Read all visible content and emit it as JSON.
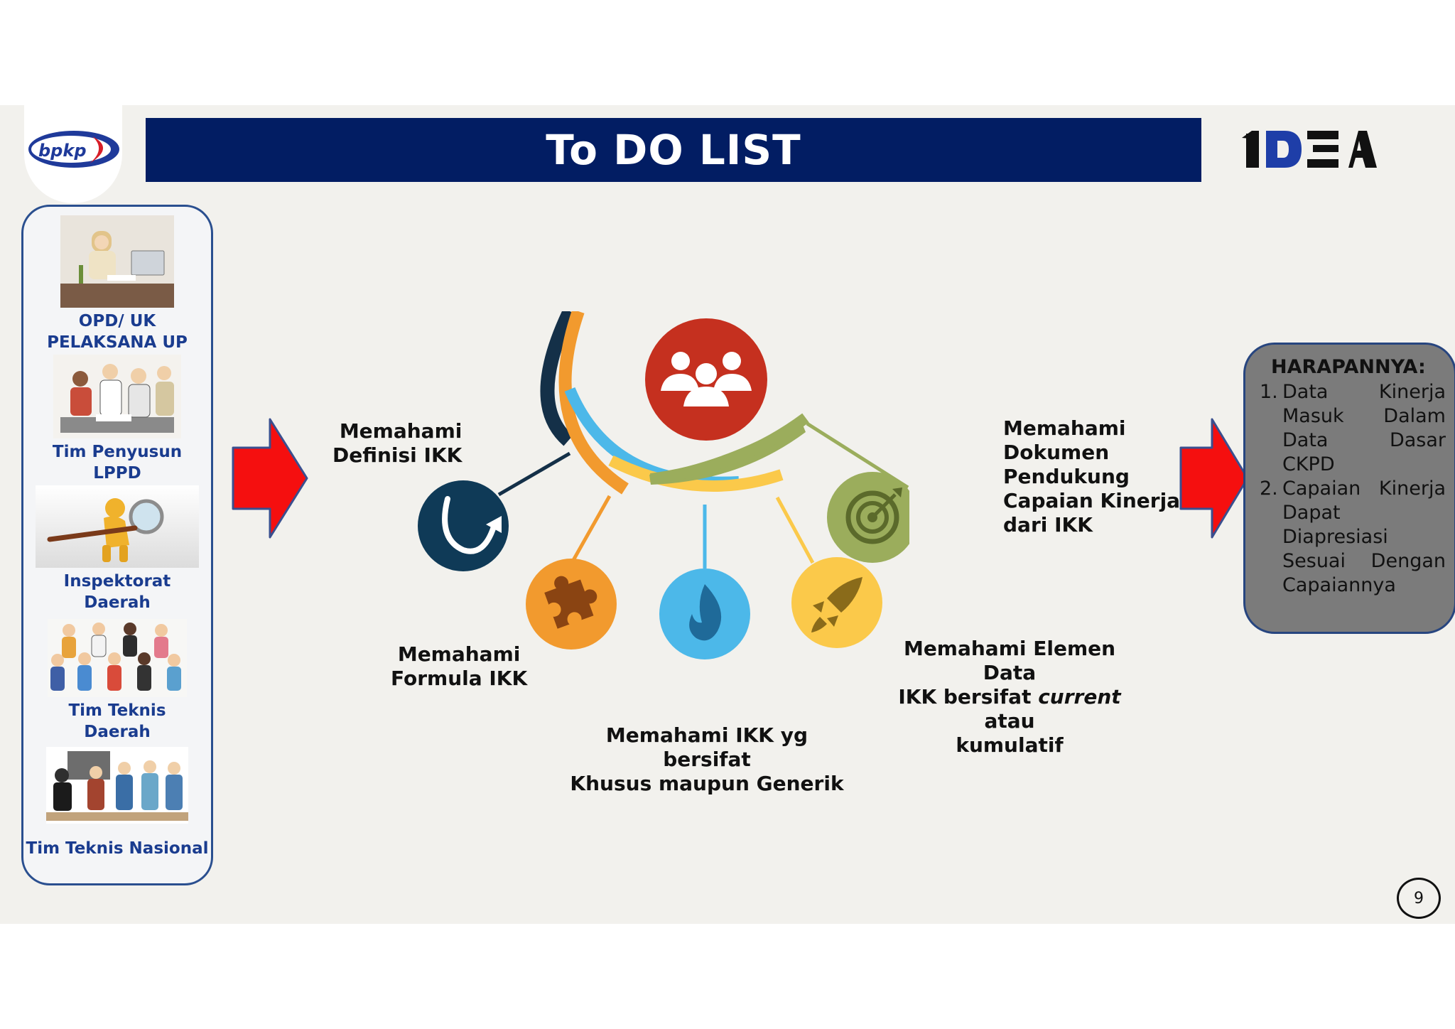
{
  "header": {
    "title": "To DO LIST",
    "logo_left_text": "bpkp",
    "logo_right_text": "IDEA"
  },
  "sidebar": {
    "items": [
      {
        "label_line1": "OPD/ UK",
        "label_line2": "PELAKSANA UP"
      },
      {
        "label_line1": "Tim Penyusun",
        "label_line2": "LPPD"
      },
      {
        "label_line1": "Inspektorat",
        "label_line2": "Daerah"
      },
      {
        "label_line1": "Tim Teknis",
        "label_line2": "Daerah"
      },
      {
        "label_line1": "Tim Teknis Nasional",
        "label_line2": ""
      }
    ]
  },
  "diagram": {
    "nodes": [
      {
        "line1": "Memahami",
        "line2": "Definisi IKK",
        "icon": "arrow-curve-icon",
        "color": "#0f3a57"
      },
      {
        "line1": "Memahami",
        "line2": "Formula IKK",
        "icon": "puzzle-icon",
        "color": "#f29a2e"
      },
      {
        "line1": "Memahami IKK yg bersifat",
        "line2": "Khusus maupun Generik",
        "icon": "flame-icon",
        "color": "#4cb8e9"
      },
      {
        "line1": "Memahami Elemen Data",
        "line2a": "IKK bersifat ",
        "line2b": "current",
        "line2c": " atau",
        "line3": "kumulatif",
        "icon": "rocket-icon",
        "color": "#fbc94a"
      },
      {
        "line1": "Memahami",
        "line2": "Dokumen",
        "line3": "Pendukung",
        "line4": "Capaian Kinerja",
        "line5": "dari  IKK",
        "icon": "target-icon",
        "color": "#9bad5c"
      }
    ],
    "center": {
      "icon": "people-icon",
      "color": "#c5301f"
    }
  },
  "harapan": {
    "title": "HARAPANNYA:",
    "items": [
      {
        "num": "1.",
        "text": "Data Kinerja Masuk Dalam Data Dasar CKPD"
      },
      {
        "num": "2.",
        "text": "Capaian Kinerja Dapat Diapresiasi Sesuai Dengan Capaiannya"
      }
    ]
  },
  "page_number": "9"
}
